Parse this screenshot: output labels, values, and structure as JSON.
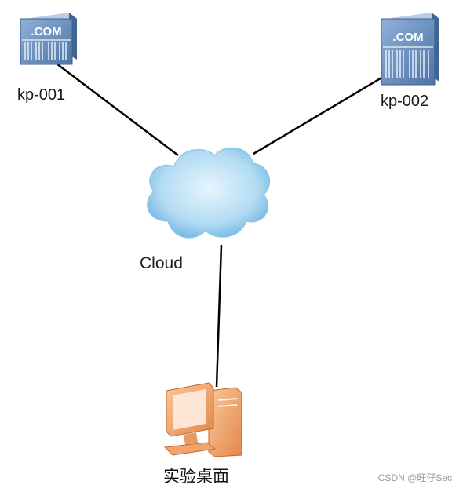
{
  "nodes": {
    "server_1": {
      "label": "kp-001",
      "badge": "COM",
      "icon": "server-icon"
    },
    "server_2": {
      "label": "kp-002",
      "badge": "COM",
      "icon": "server-icon"
    },
    "cloud": {
      "label": "Cloud",
      "icon": "cloud-icon"
    },
    "desktop": {
      "label": "实验桌面",
      "icon": "desktop-pc-icon"
    }
  },
  "links": [
    {
      "from": "kp-001",
      "to": "Cloud"
    },
    {
      "from": "kp-002",
      "to": "Cloud"
    },
    {
      "from": "Cloud",
      "to": "实验桌面"
    }
  ],
  "watermark": "CSDN @旺仔Sec",
  "colors": {
    "line": "#000000",
    "server_body": "#5f86b8",
    "cloud_fill": "#a9d6f2",
    "desktop_body": "#f2b07a"
  }
}
